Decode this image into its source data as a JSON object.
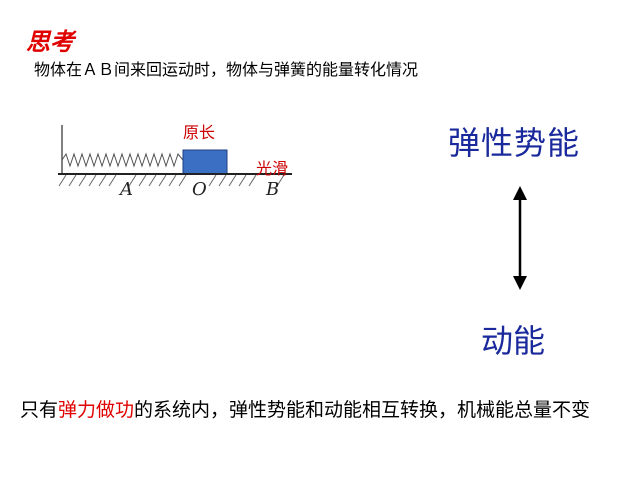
{
  "header": {
    "title": "思考",
    "subtitle": "物体在ＡＢ间来回运动时，物体与弹簧的能量转化情况"
  },
  "diagram": {
    "natural_length_label": "原长",
    "smooth_label": "光滑",
    "points": [
      "A",
      "O",
      "B"
    ]
  },
  "energy": {
    "elastic_pe": "弹性势能",
    "kinetic": "动能"
  },
  "conclusion": {
    "part1": "只有",
    "highlight": "弹力做功",
    "part2": "的系统内，弹性势能和动能相互转换，机械能总量不变"
  },
  "colors": {
    "title_red": "#e00000",
    "energy_blue": "#1a2a9c",
    "block_blue": "#3b6fc4"
  }
}
